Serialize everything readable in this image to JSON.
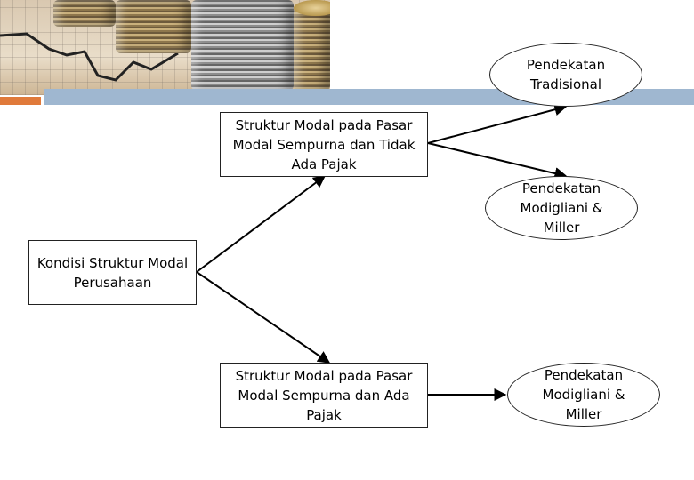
{
  "nodes": {
    "kondisi": "Kondisi Struktur Modal Perusahaan",
    "tanpa_pajak": "Struktur Modal pada Pasar Modal Sempurna dan Tidak Ada Pajak",
    "ada_pajak": "Struktur Modal pada Pasar Modal Sempurna dan Ada Pajak",
    "tradisional": "Pendekatan Tradisional",
    "mm_1": "Pendekatan Modigliani & Miller",
    "mm_2": "Pendekatan Modigliani & Miller"
  },
  "colors": {
    "accent_orange": "#e07a3b",
    "accent_blue": "#9fb7d0",
    "line": "#000000"
  }
}
